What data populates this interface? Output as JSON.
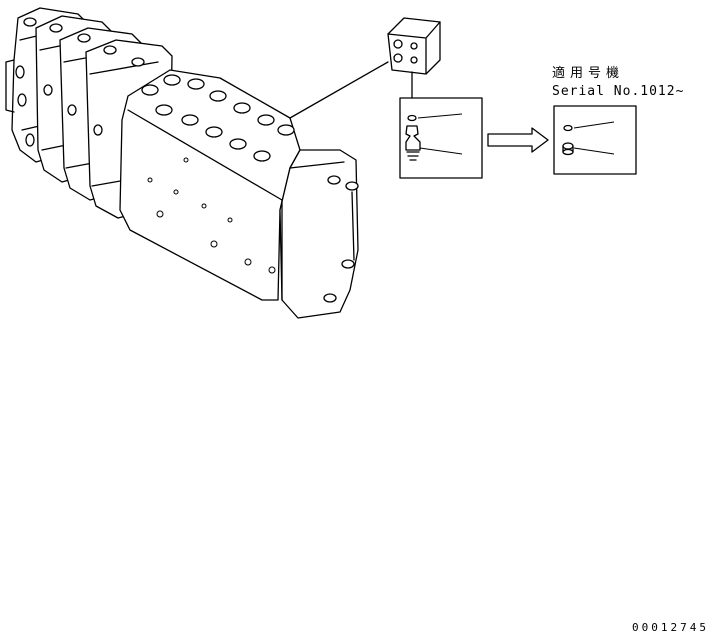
{
  "diagram": {
    "applicability": {
      "heading": "適用号機",
      "serial_range": "Serial No.1012~"
    },
    "figure_number": "00012745"
  },
  "colors": {
    "line": "#000000",
    "background": "#ffffff"
  },
  "icons": [
    "control-valve-assembly",
    "valve-block",
    "plug-with-o-ring",
    "replacement-plug",
    "arrow-right"
  ]
}
